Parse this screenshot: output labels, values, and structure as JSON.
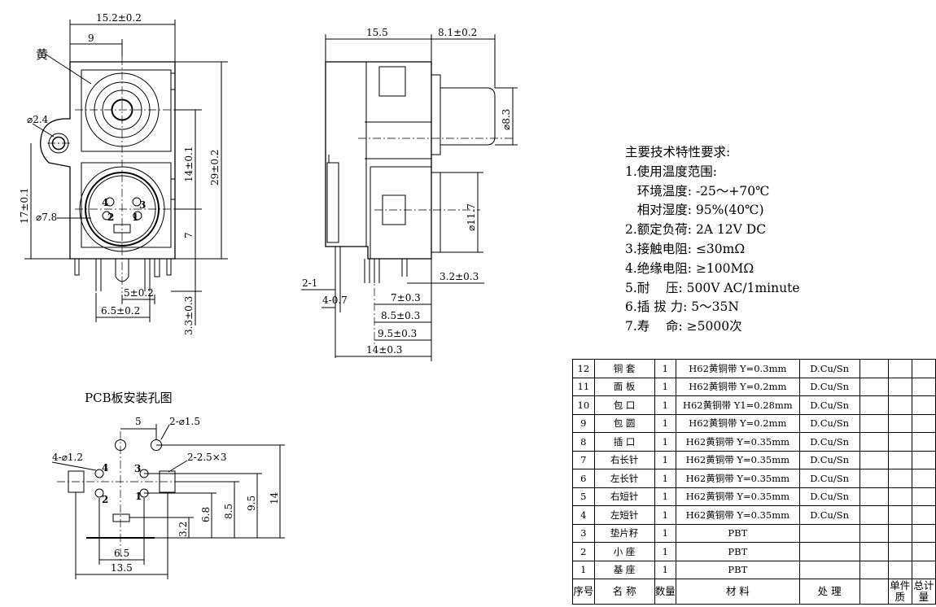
{
  "front_view": {
    "dims": {
      "width": "15.2±0.2",
      "offset": "9",
      "color_label": "黄",
      "hole": "⌀2.4",
      "height_mid": "14±0.1",
      "height_total": "29±0.2",
      "height_left": "17±0.1",
      "din_dia": "⌀7.8",
      "lower": "7",
      "pin_pitch": "5±0.2",
      "pin_span": "6.5±0.2",
      "pin_len": "3.3±0.3"
    },
    "pin_numbers": [
      "4",
      "3",
      "2",
      "1"
    ]
  },
  "side_view": {
    "dims": {
      "depth": "15.5",
      "protrude": "8.1±0.2",
      "rca_dia": "⌀8.3",
      "din_dia": "⌀11.7",
      "d1": "2-1",
      "d2": "4-0.7",
      "d3": "7±0.3",
      "d4": "8.5±0.3",
      "d5": "9.5±0.3",
      "d6": "14±0.3",
      "d7": "3.2±0.3"
    }
  },
  "pcb": {
    "title": "PCB板安装孔图",
    "dims": {
      "pitch": "5",
      "holes_a": "2-⌀1.5",
      "holes_b": "4-⌀1.2",
      "slots": "2-2.5×3",
      "v1": "3.2",
      "v2": "6.8",
      "v3": "8.5",
      "v4": "9.5",
      "v5": "14",
      "h1": "6.5",
      "h2": "13.5"
    },
    "pin_numbers": [
      "4",
      "3",
      "2",
      "1"
    ]
  },
  "requirements": {
    "title": "主要技术特性要求:",
    "lines": [
      "1.使用温度范围:",
      "   环境温度: -25～+70℃",
      "   相对湿度: 95%(40℃)",
      "2.额定负荷: 2A 12V DC",
      "3.接触电阻: ≤30mΩ",
      "4.绝缘电阻: ≥100MΩ",
      "5.耐    压: 500V AC/1minute",
      "6.插 拔 力: 5～35N",
      "7.寿    命: ≥5000次"
    ]
  },
  "bom": {
    "rows": [
      {
        "no": "12",
        "name": "铜 套",
        "qty": "1",
        "material": "H62黄铜带 Y=0.3mm",
        "finish": "D.Cu/Sn"
      },
      {
        "no": "11",
        "name": "面 板",
        "qty": "1",
        "material": "H62黄铜带 Y=0.2mm",
        "finish": "D.Cu/Sn"
      },
      {
        "no": "10",
        "name": "包 口",
        "qty": "1",
        "material": "H62黄铜带 Y1=0.28mm",
        "finish": "D.Cu/Sn"
      },
      {
        "no": "9",
        "name": "包 圆",
        "qty": "1",
        "material": "H62黄铜带 Y=0.2mm",
        "finish": "D.Cu/Sn"
      },
      {
        "no": "8",
        "name": "插 口",
        "qty": "1",
        "material": "H62黄铜带 Y=0.35mm",
        "finish": "D.Cu/Sn"
      },
      {
        "no": "7",
        "name": "右长针",
        "qty": "1",
        "material": "H62黄铜带 Y=0.35mm",
        "finish": "D.Cu/Sn"
      },
      {
        "no": "6",
        "name": "左长针",
        "qty": "1",
        "material": "H62黄铜带 Y=0.35mm",
        "finish": "D.Cu/Sn"
      },
      {
        "no": "5",
        "name": "右短针",
        "qty": "1",
        "material": "H62黄铜带 Y=0.35mm",
        "finish": "D.Cu/Sn"
      },
      {
        "no": "4",
        "name": "左短针",
        "qty": "1",
        "material": "H62黄铜带 Y=0.35mm",
        "finish": "D.Cu/Sn"
      },
      {
        "no": "3",
        "name": "垫片籽",
        "qty": "1",
        "material": "PBT",
        "finish": ""
      },
      {
        "no": "2",
        "name": "小 座",
        "qty": "1",
        "material": "PBT",
        "finish": ""
      },
      {
        "no": "1",
        "name": "基 座",
        "qty": "1",
        "material": "PBT",
        "finish": ""
      }
    ],
    "header": {
      "no": "序号",
      "name": "名 称",
      "qty": "数量",
      "material": "材 料",
      "finish": "处 理",
      "unit_mass": "单件质",
      "total_mass": "总计量"
    }
  }
}
